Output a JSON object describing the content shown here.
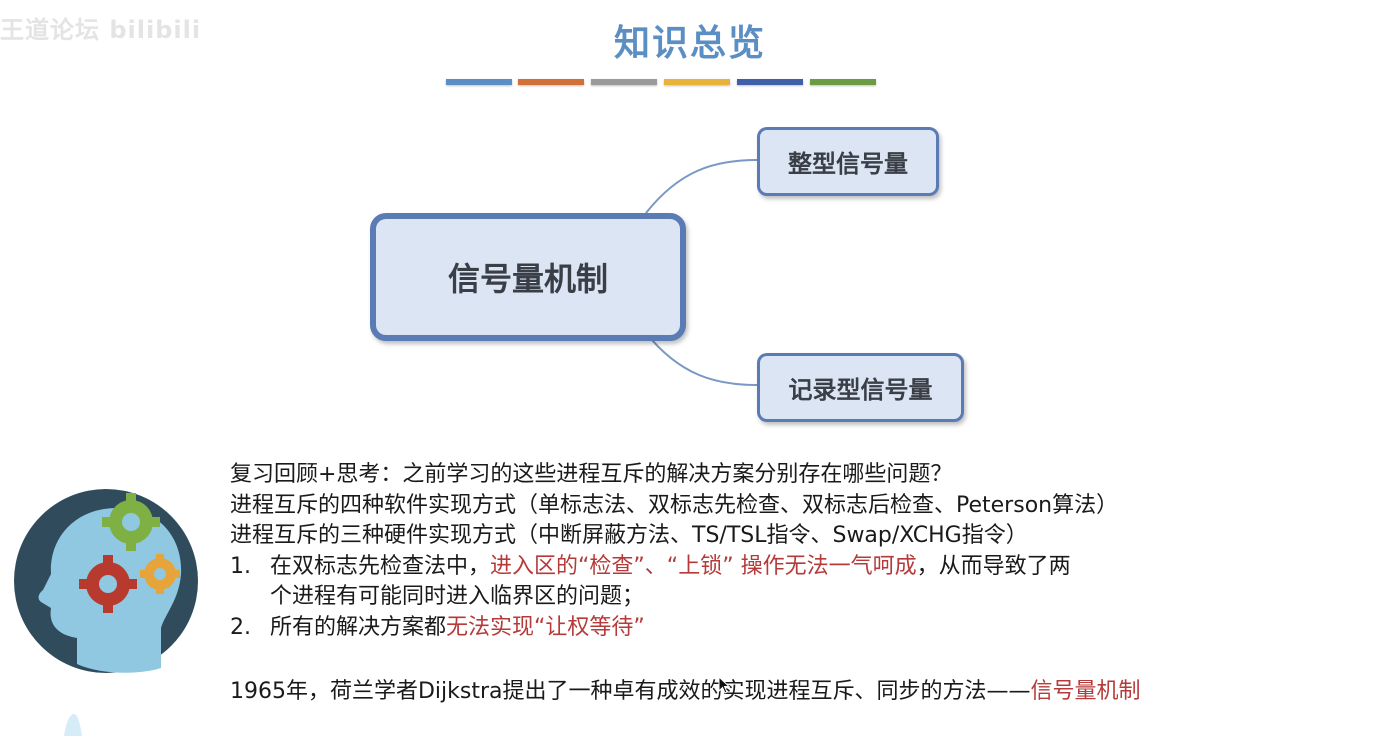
{
  "watermark": "王道论坛 bilibili",
  "slide_title": "知识总览",
  "accent_bars": [
    "#5b8ec3",
    "#d2703a",
    "#9a9a9a",
    "#e8b33c",
    "#3f5fa8",
    "#6c9a45"
  ],
  "mindmap": {
    "center": "信号量机制",
    "branch_top": "整型信号量",
    "branch_bottom": "记录型信号量"
  },
  "head_icon": "head-with-gears-icon",
  "body": {
    "line1": "复习回顾+思考：之前学习的这些进程互斥的解决方案分别存在哪些问题？",
    "line2": "进程互斥的四种软件实现方式（单标志法、双标志先检查、双标志后检查、Peterson算法）",
    "line3": "进程互斥的三种硬件实现方式（中断屏蔽方法、TS/TSL指令、Swap/XCHG指令）",
    "item1": {
      "num": "1.",
      "pre": "在双标志先检查法中，",
      "red": "进入区的“检查”、“上锁” 操作无法一气呵成",
      "post": "，从而导致了两",
      "cont": "个进程有可能同时进入临界区的问题；"
    },
    "item2": {
      "num": "2.",
      "pre": "所有的解决方案都",
      "red": "无法实现“让权等待”"
    },
    "last": {
      "pre": "1965年，荷兰学者Dijkstra提出了一种卓有成效的实现进程互斥、同步的方法——",
      "red": "信号量机制"
    }
  },
  "colors": {
    "title": "#5b8ec3",
    "emphasis": "#b53a3a",
    "node_fill": "#dbe5f4",
    "node_border": "#5b7bb4"
  }
}
